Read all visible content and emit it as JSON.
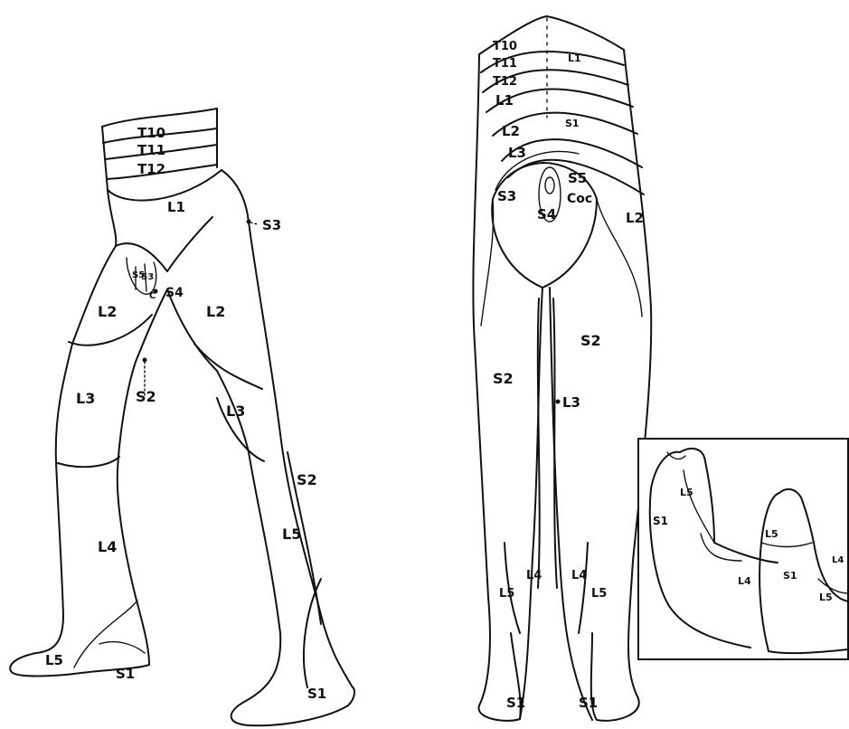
{
  "anterior": {
    "bands": [
      "T10",
      "T11",
      "T12",
      "L1"
    ],
    "labels": {
      "s3": "S3",
      "s4": "S4",
      "s5": "S5",
      "s3_small": "S3",
      "c": "C",
      "l2_left": "L2",
      "l2_right": "L2",
      "l3_left": "L3",
      "s2": "S2",
      "l3_right": "L3",
      "s2_vertical": "S2",
      "l4": "L4",
      "l5_right": "L5",
      "l5_foot": "L5",
      "s1_left": "S1",
      "s1_right": "S1"
    }
  },
  "posterior": {
    "bands": [
      "T10",
      "T11",
      "T12",
      "L1",
      "L2",
      "L3"
    ],
    "labels": {
      "l1_top": "L1",
      "s1_top": "S1",
      "s5": "S5",
      "coc": "Coc",
      "s3": "S3",
      "s4": "S4",
      "l2_side": "L2",
      "s2_right": "S2",
      "s2_left": "S2",
      "l3": "L3",
      "l4_left": "L4",
      "l4_right": "L4",
      "l5_left": "L5",
      "l5_right": "L5",
      "s1_left": "S1",
      "s1_right": "S1"
    }
  },
  "inset": {
    "labels": {
      "s1_a": "S1",
      "l5_a": "L5",
      "l4_a": "L4",
      "l5_b": "L5",
      "s1_b": "S1",
      "l4_b": "L4",
      "l5_c": "L5"
    }
  }
}
